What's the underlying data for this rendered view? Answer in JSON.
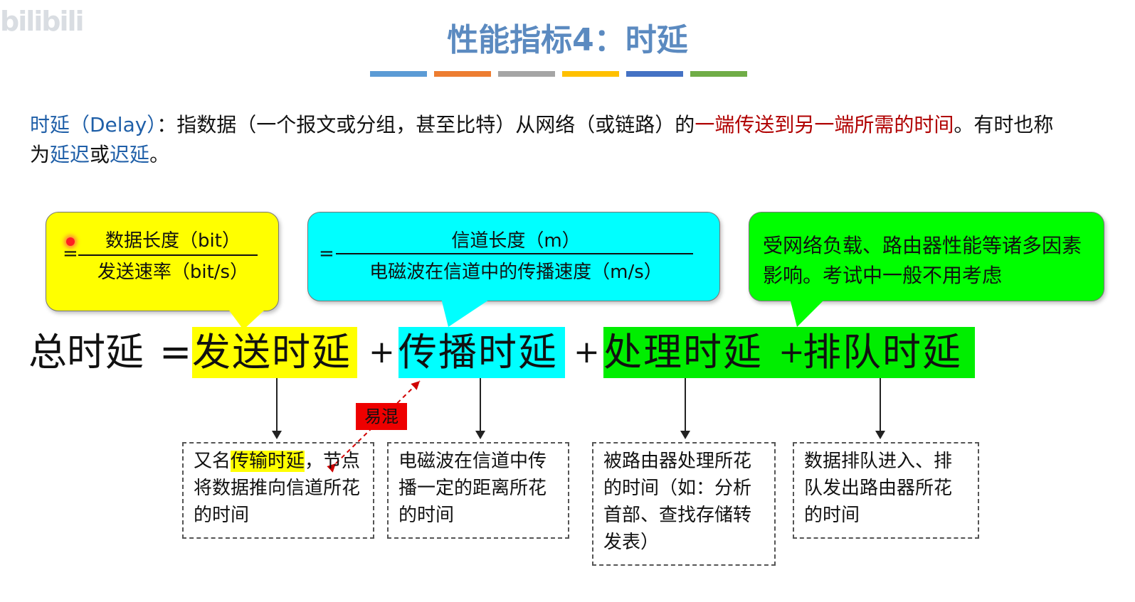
{
  "watermark": "bilibili",
  "title": "性能指标4：时延",
  "title_bar_colors": [
    "#5b9bd5",
    "#ed7d31",
    "#a5a5a5",
    "#ffc000",
    "#4472c4",
    "#70ad47"
  ],
  "definition": {
    "term": "时延（Delay）",
    "part1": "：指数据（一个报文或分组，甚至比特）从网络（或链路）的",
    "highlight": "一端传送到另一端所需的时间",
    "part2": "。有时也称为",
    "alias1": "延迟",
    "connector": "或",
    "alias2": "迟延",
    "end": "。"
  },
  "callouts": {
    "transmission": {
      "equals": "=",
      "numerator": "数据长度（bit）",
      "denominator": "发送速率（bit/s）"
    },
    "propagation": {
      "equals": "=",
      "numerator": "信道长度（m）",
      "denominator": "电磁波在信道中的传播速度（m/s）"
    },
    "processing_note": "受网络负载、路由器性能等诸多因素影响。考试中一般不用考虑"
  },
  "formula": {
    "total": "总时延",
    "equals": "=",
    "transmission": "发送时延",
    "propagation": "传播时延",
    "processing": "处理时延",
    "queuing": "排队时延",
    "plus": "+"
  },
  "confusable_tag": "易混",
  "descriptions": {
    "transmission_prefix": "又名",
    "transmission_alias": "传输时延",
    "transmission_rest": "，节点将数据推向信道所花的时间",
    "propagation": "电磁波在信道中传播一定的距离所花的时间",
    "processing": "被路由器处理所花的时间（如：分析首部、查找存储转发表）",
    "queuing": "数据排队进入、排队发出路由器所花的时间"
  },
  "colors": {
    "title": "#5b8ac0",
    "term_blue": "#1f5fa8",
    "highlight_red": "#b00000",
    "yellow": "#ffff00",
    "cyan": "#00ffff",
    "green": "#00ee00",
    "tag_red": "#ee0000"
  }
}
